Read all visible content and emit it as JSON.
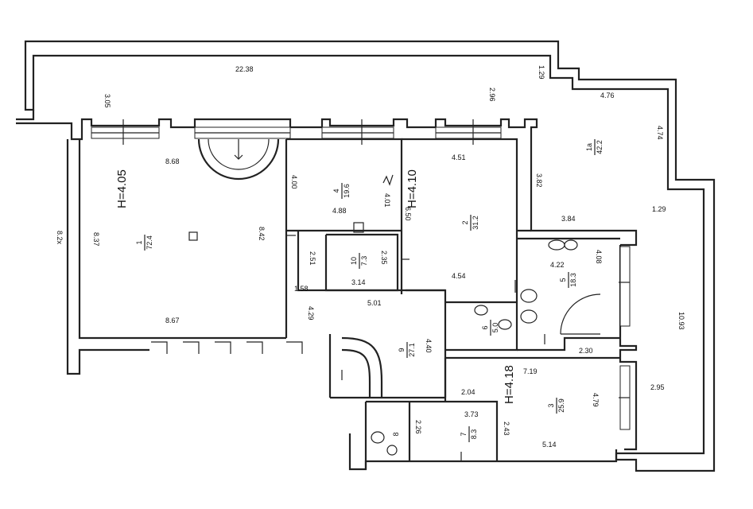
{
  "heights": {
    "h1": "H=4.05",
    "h2": "H=4.10",
    "h3": "H=4.18"
  },
  "rooms": [
    {
      "id": "1",
      "area": "72.4"
    },
    {
      "id": "1a",
      "area": "42.2"
    },
    {
      "id": "2",
      "area": "31.2"
    },
    {
      "id": "3",
      "area": "25.9"
    },
    {
      "id": "4",
      "area": "19.6"
    },
    {
      "id": "5",
      "area": "18.3"
    },
    {
      "id": "6",
      "area": "5.0"
    },
    {
      "id": "7",
      "area": "8.3"
    },
    {
      "id": "8",
      "area": ""
    },
    {
      "id": "9",
      "area": "27.1"
    },
    {
      "id": "10",
      "area": "7.3"
    }
  ],
  "dims": {
    "d22_38": "22.38",
    "d3_05": "3.05",
    "d2_96": "2.96",
    "d1_29a": "1.29",
    "d4_76": "4.76",
    "d4_74": "4.74",
    "d1_29b": "1.29",
    "d10_93": "10.93",
    "d2_95": "2.95",
    "d8_68": "8.68",
    "d8_37": "8.37",
    "d8_42": "8.42",
    "d8_67": "8.67",
    "d8_2x": "8.2x",
    "d4_00": "4.00",
    "d4_88": "4.88",
    "d4_01": "4.01",
    "d6_50": "6.50",
    "d4_51": "4.51",
    "d3_82": "3.82",
    "d3_84": "3.84",
    "d4_54": "4.54",
    "d2_51": "2.51",
    "d2_35": "2.35",
    "d3_14": "3.14",
    "d1_58": "1.58",
    "d4_29": "4.29",
    "d5_01": "5.01",
    "d4_40": "4.40",
    "d4_22": "4.22",
    "d4_08": "4.08",
    "d2_30": "2.30",
    "d7_19": "7.19",
    "d4_79": "4.79",
    "d2_04": "2.04",
    "d2_43": "2.43",
    "d5_14": "5.14",
    "d3_73": "3.73",
    "d2_26": "2.26"
  },
  "colors": {
    "ink": "#222222",
    "paper": "#ffffff"
  }
}
